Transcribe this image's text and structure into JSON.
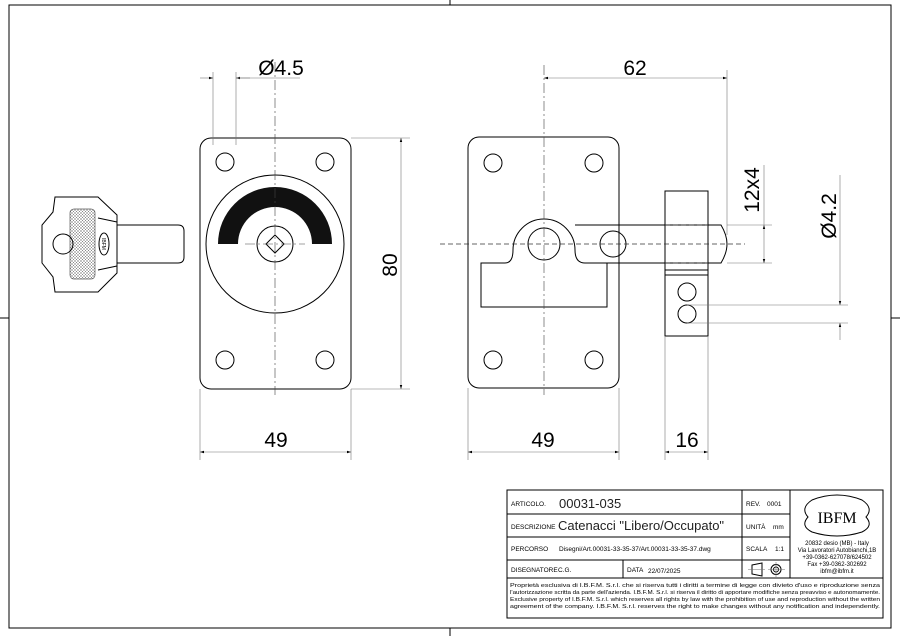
{
  "dimensions": {
    "hole_diameter_left": "Ø4.5",
    "height": "80",
    "width_left": "49",
    "bolt_length": "62",
    "bolt_section": "12x4",
    "hole_diameter_right": "Ø4.2",
    "width_right": "49",
    "keeper_width": "16"
  },
  "key_logo": "IBFM",
  "title_block": {
    "articolo_label": "ARTICOLO.",
    "articolo": "00031-035",
    "rev_label": "REV.",
    "rev": "0001",
    "descrizione_label": "DESCRIZIONE",
    "descrizione": "Catenacci \"Libero/Occupato\"",
    "unita_label": "UNITÀ",
    "unita": "mm",
    "percorso_label": "PERCORSO",
    "percorso": "Disegni/Art.00031-33-35-37/Art.00031-33-35-37.dwg",
    "scala_label": "SCALA",
    "scala": "1:1",
    "disegnatore_label": "DISEGNATORE",
    "disegnatore": "C.G.",
    "data_label": "DATA",
    "data": "22/07/2025",
    "logo": "IBFM",
    "address": [
      "20832 desio (MB) - Italy",
      "Via Lavoratori Autobianchi,1B",
      "+39-0362-627078/624502",
      "Fax +39-0362-302692",
      "ibfm@ibfm.it"
    ],
    "legal": [
      "Proprietà esclusiva di I.B.F.M. S.r.l. che si riserva tutti i diritti a termine di legge con divieto d'uso e riproduzione senza",
      "l'autorizzazione scritta da parte dell'azienda. I.B.F.M. S.r.l. si riserva il diritto di apportare modifiche senza preavviso e autonomamente.",
      "Exclusive property of I.B.F.M. S.r.l. which reserves all rights by law with the prohibition of use and reproduction without the written",
      "agreement of the company. I.B.F.M. S.r.l. reserves the right to make changes without any notification and independently."
    ]
  }
}
